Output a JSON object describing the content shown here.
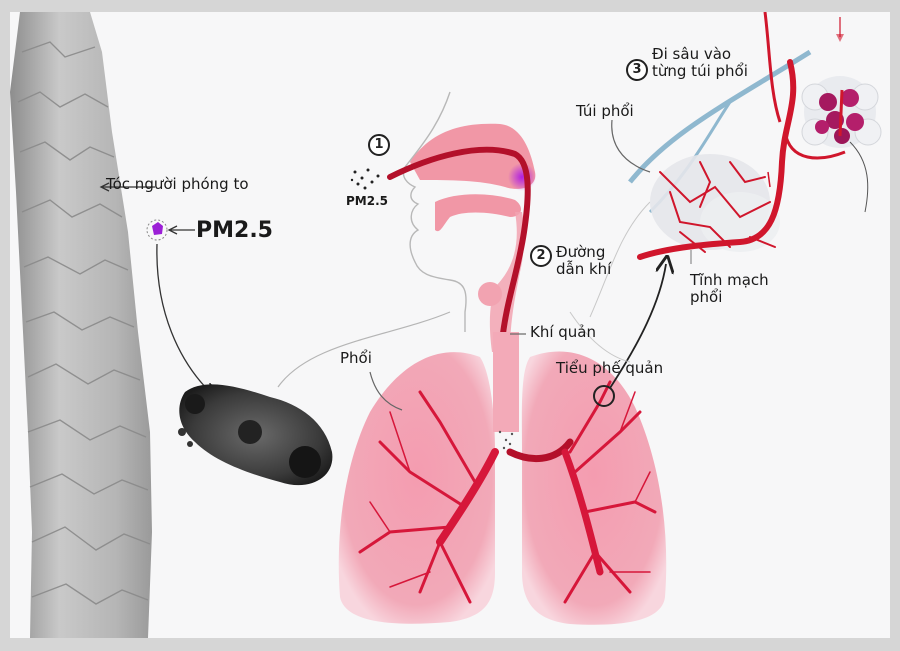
{
  "infographic": {
    "topic": "PM2.5 path into the respiratory system",
    "colors": {
      "frame": "#d6d6d6",
      "background": "#f7f7f8",
      "lung_fill": "#f3aab8",
      "vessel_red": "#d0162c",
      "airway_dark": "#b3102a",
      "particle_purple": "#9b1fd6",
      "hair_gray": "#b9b9b9",
      "capillary_blue": "#8fb8cf"
    },
    "labels": {
      "hair": "Tóc người phóng to",
      "pm_large": "PM2.5",
      "pm_nose": "PM2.5",
      "step1_number": "1",
      "step2_number": "2",
      "step2_text_line1": "Đường",
      "step2_text_line2": "dẫn khí",
      "trachea": "Khí quản",
      "lung": "Phổi",
      "bronchiole": "Tiểu phế quản",
      "step3_number": "3",
      "step3_text_line1": "Đi sâu vào",
      "step3_text_line2": "từng túi phổi",
      "alveoli": "Túi phổi",
      "pulmonary_vein_line1": "Tĩnh mạch",
      "pulmonary_vein_line2": "phổi"
    }
  }
}
